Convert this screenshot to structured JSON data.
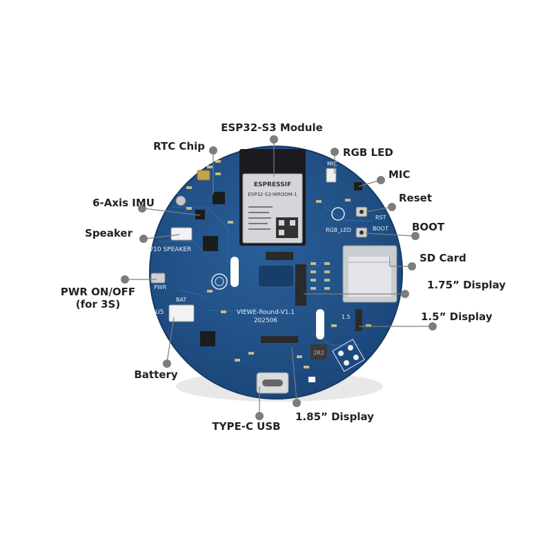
{
  "colors": {
    "board": "#1f4f86",
    "board_edge": "#163a63",
    "trace": "#2b609c",
    "silk": "#e6eef7",
    "pad": "#c9b88a",
    "leader": "#7d7d7d",
    "label": "#222222"
  },
  "labels": {
    "esp32": "ESP32-S3 Module",
    "rtc": "RTC Chip",
    "rgb_led": "RGB LED",
    "mic": "MIC",
    "reset": "Reset",
    "boot": "BOOT",
    "imu": "6-Axis IMU",
    "speaker": "Speaker",
    "sd_card": "SD Card",
    "pwr_line1": "PWR ON/OFF",
    "pwr_line2": "(for 3S)",
    "disp_175": "1.75” Display",
    "disp_15": "1.5” Display",
    "battery": "Battery",
    "disp_185": "1.85” Display",
    "usb": "TYPE-C USB"
  },
  "silkscreen": {
    "espressif": "ESPRESSIF",
    "module_model": "ESP32-S3-WROOM-1",
    "board_name": "VIEWE-Round-V1.1",
    "board_date": "202506",
    "speaker": "V10 SPEAKER",
    "pwr": "PWR",
    "bat": "BAT",
    "u5": "U5",
    "rst": "RST",
    "boot": "BOOT",
    "rgb_led": "RGB_LED",
    "mic": "MIC",
    "inductor": "2R2",
    "disp_15": "1.5"
  }
}
